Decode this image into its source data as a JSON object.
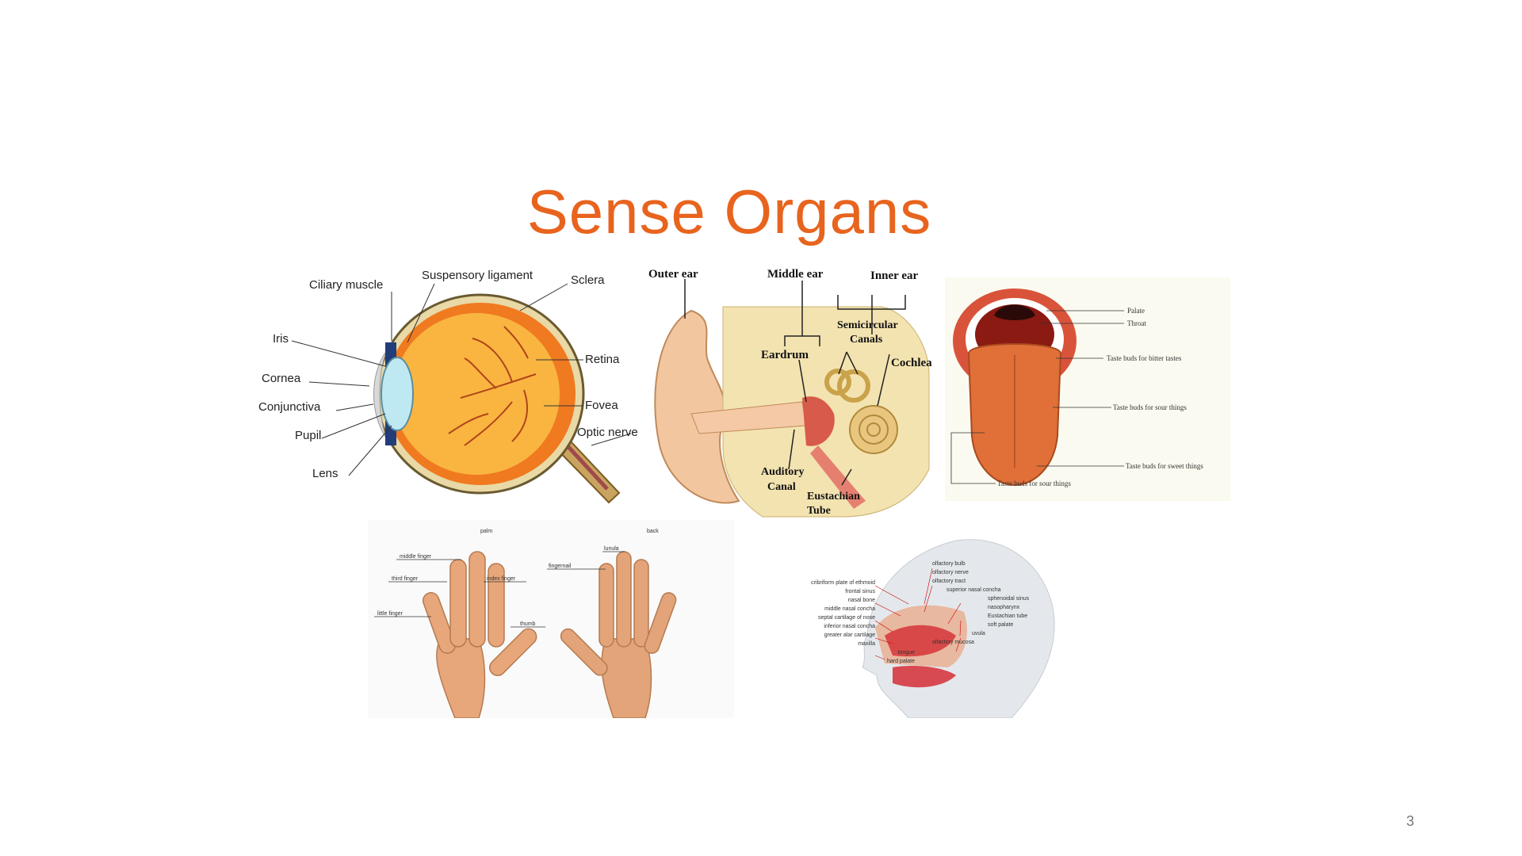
{
  "slide": {
    "title": "Sense Organs",
    "page_number": "3"
  },
  "eye": {
    "labels": {
      "ciliary_muscle": "Ciliary muscle",
      "suspensory_ligament": "Suspensory ligament",
      "sclera": "Sclera",
      "iris": "Iris",
      "cornea": "Cornea",
      "conjunctiva": "Conjunctiva",
      "pupil": "Pupil",
      "lens": "Lens",
      "retina": "Retina",
      "fovea": "Fovea",
      "optic_nerve": "Optic nerve"
    },
    "colors": {
      "eyeball": "#f28a2a",
      "inner": "#fbc15a",
      "sclera": "#e8d9a8",
      "lens": "#bde8f0",
      "iris": "#223a78"
    }
  },
  "ear": {
    "labels": {
      "outer_ear": "Outer ear",
      "middle_ear": "Middle ear",
      "inner_ear": "Inner ear",
      "semicircular_1": "Semicircular",
      "semicircular_2": "Canals",
      "eardrum": "Eardrum",
      "cochlea": "Cochlea",
      "auditory_1": "Auditory",
      "auditory_2": "Canal",
      "eustachian_1": "Eustachian",
      "eustachian_2": "Tube"
    }
  },
  "tongue": {
    "labels": {
      "palate": "Palate",
      "throat": "Throat",
      "bitter": "Taste buds for bitter tastes",
      "sour_right": "Taste buds for sour things",
      "sweet": "Taste buds for sweet things",
      "sour_bottom": "Taste buds for sour things"
    }
  },
  "hands": {
    "labels": {
      "palm": "palm",
      "back": "back",
      "middle_finger": "middle finger",
      "third_finger": "third finger",
      "little_finger": "little finger",
      "index_finger": "index finger",
      "thumb": "thumb",
      "lunula": "lunula",
      "fingernail": "fingernail"
    }
  },
  "nose": {
    "labels_left": [
      "cribriform plate of ethmoid",
      "frontal sinus",
      "nasal bone",
      "middle nasal concha",
      "septal cartilage of nose",
      "inferior nasal concha",
      "greater alar cartilage",
      "maxilla",
      "tongue",
      "hard palate"
    ],
    "labels_right": [
      "olfactory bulb",
      "olfactory nerve",
      "olfactory tract",
      "superior nasal concha",
      "sphenoidal sinus",
      "nasopharynx",
      "Eustachian tube",
      "soft palate",
      "uvula",
      "olfactory mucosa"
    ]
  }
}
